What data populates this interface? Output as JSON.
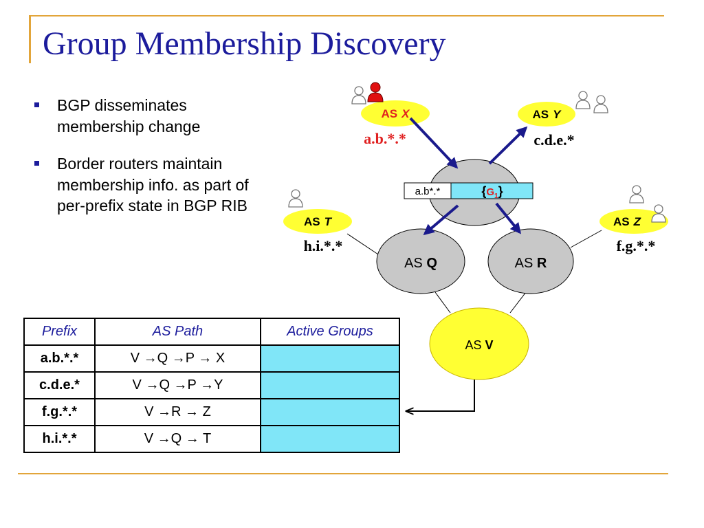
{
  "slide": {
    "title": "Group Membership Discovery",
    "bullets": [
      "BGP disseminates membership change",
      "Border routers maintain membership info. as part of per-prefix state in BGP RIB"
    ]
  },
  "diagram": {
    "nodes": {
      "as_x": {
        "prefix": "AS",
        "name": "X",
        "addr": "a.b.*.*"
      },
      "as_y": {
        "prefix": "AS",
        "name": "Y",
        "addr": "c.d.e.*"
      },
      "as_t": {
        "prefix": "AS",
        "name": "T",
        "addr": "h.i.*.*"
      },
      "as_z": {
        "prefix": "AS",
        "name": "Z",
        "addr": "f.g.*.*"
      },
      "as_q": {
        "prefix": "AS ",
        "name": "Q"
      },
      "as_r": {
        "prefix": "AS ",
        "name": "R"
      },
      "as_v": {
        "prefix": "AS ",
        "name": "V"
      }
    },
    "state_label": {
      "prefix": "a.b*.*",
      "open": "{",
      "group": "G",
      "sub": "1",
      "close": "}"
    }
  },
  "rib_table": {
    "headers": [
      "Prefix",
      "AS Path",
      "Active Groups"
    ],
    "rows": [
      {
        "prefix": "a.b.*.*",
        "path": "V →Q →P → X",
        "groups": ""
      },
      {
        "prefix": "c.d.e.*",
        "path": "V →Q →P →Y",
        "groups": ""
      },
      {
        "prefix": "f.g.*.*",
        "path": "V →R → Z",
        "groups": ""
      },
      {
        "prefix": "h.i.*.*",
        "path": "V →Q → T",
        "groups": ""
      }
    ]
  },
  "colors": {
    "title": "#1c1c9c",
    "accent_line": "#e2a53a",
    "yellow_node": "#ffff33",
    "gray_node": "#c8c8c8",
    "arrow": "#1a1a8c",
    "cell_fill": "#80e6f8",
    "red_text": "#e02020"
  },
  "icons": [
    "user-icon",
    "active-user-icon"
  ]
}
